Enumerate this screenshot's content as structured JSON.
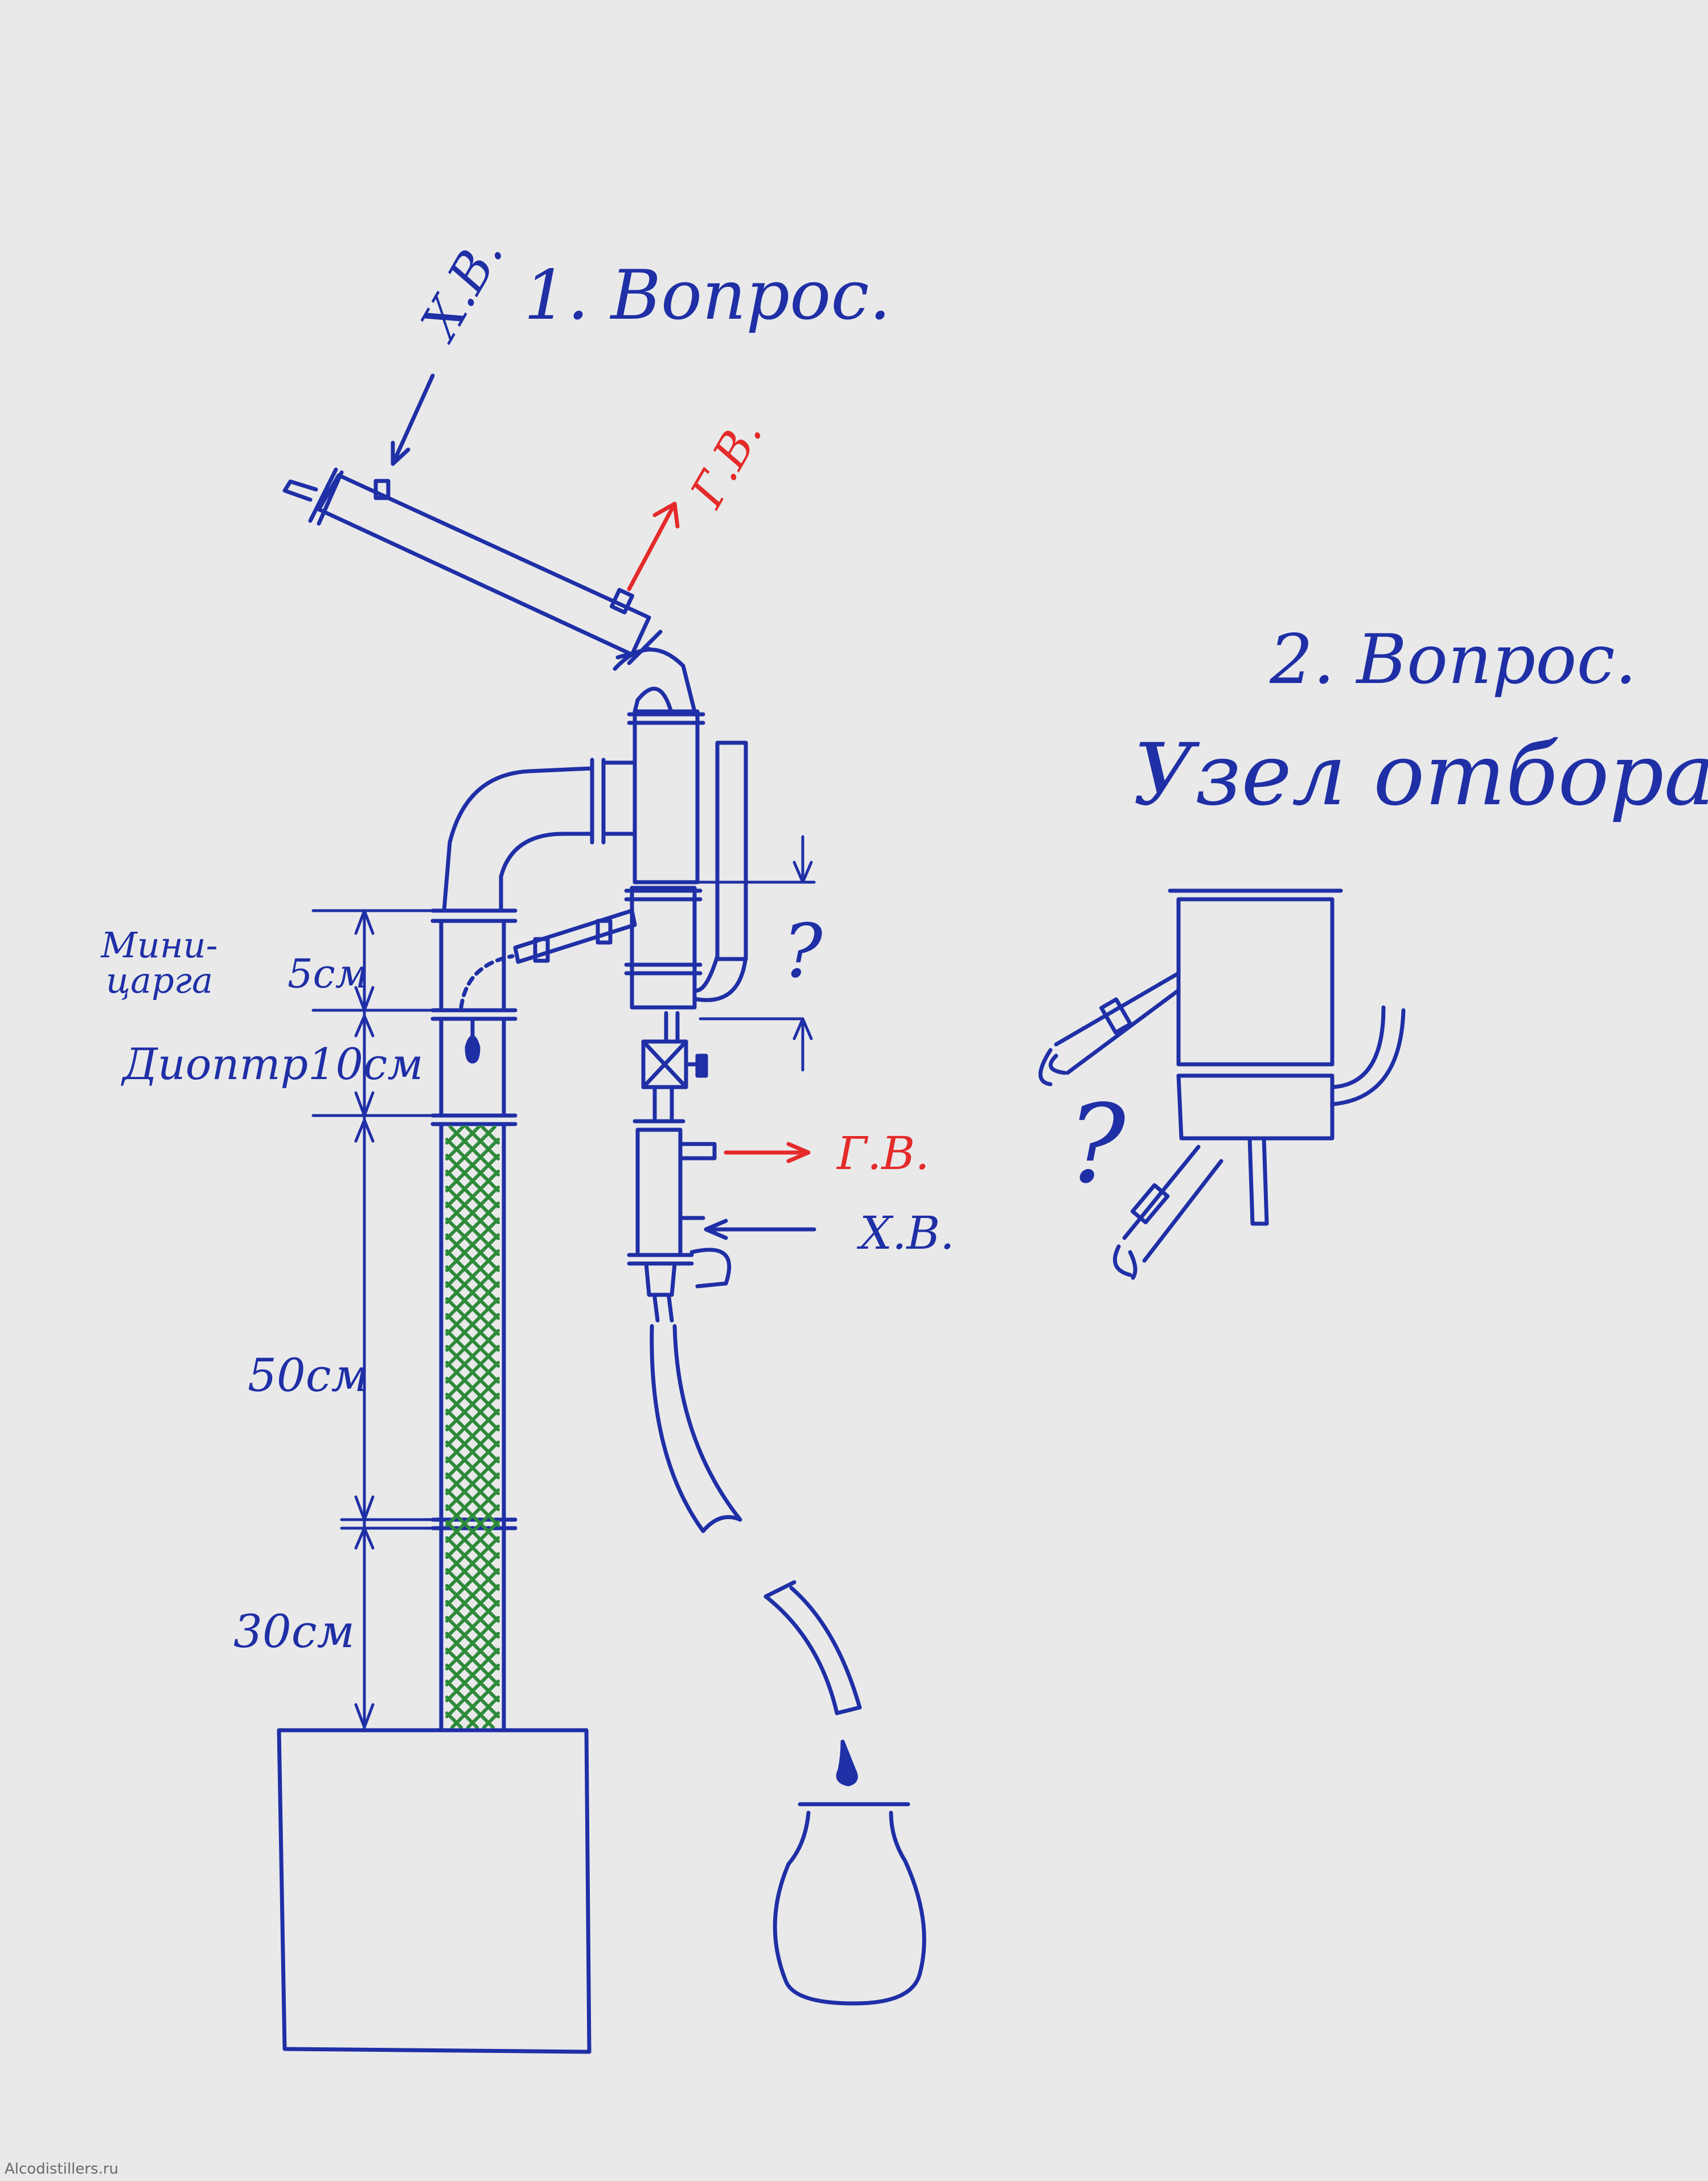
{
  "colors": {
    "ink_blue": "#1f2fa6",
    "ink_red": "#e52a2a",
    "packing_green": "#2e8a3a",
    "paper": "#e9e9ea"
  },
  "question1": {
    "title": "1. Вопрос.",
    "cold_in": "Х.В.",
    "hot_out": "Г.В."
  },
  "question2": {
    "title": "2. Вопрос.",
    "subtitle": "Узел отбора",
    "mark": "?"
  },
  "column": {
    "mini_tsarga": "Мини-царга",
    "mini_tsarga_size": "5см",
    "diopter": "Диоптр10см",
    "section_50": "50см",
    "section_30": "30см",
    "gap_mark": "?"
  },
  "cooler": {
    "hot_out": "Г.В.",
    "cold_in": "Х.В."
  },
  "watermark": "Alcodistillers.ru"
}
